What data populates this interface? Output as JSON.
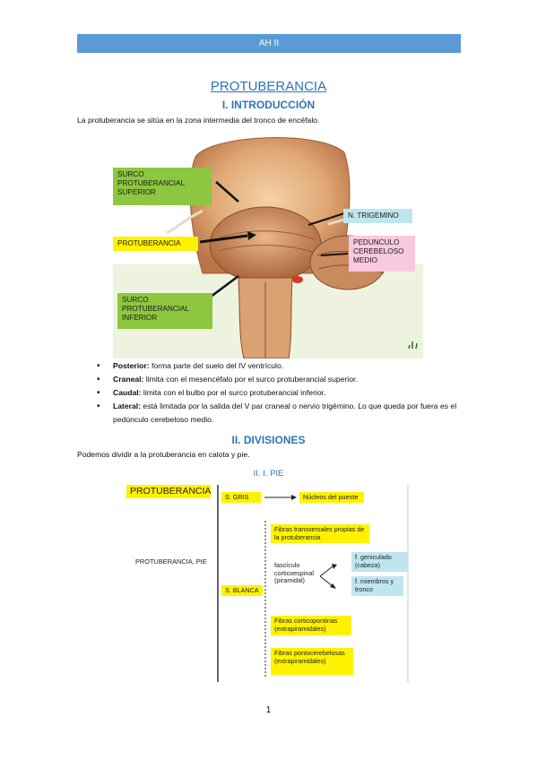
{
  "header": {
    "text": "AH II"
  },
  "title": "PROTUBERANCIA",
  "section1": {
    "heading": "I. INTRODUCCIÓN",
    "intro": "La protuberancia se sitúa en la zona intermedia del tronco de encéfalo."
  },
  "figure1": {
    "labels": {
      "surco_superior": "SURCO PROTUBERANCIAL SUPERIOR",
      "protuberancia": "PROTUBERANCIA",
      "surco_inferior": "SURCO PROTUBERANCIAL INFERIOR",
      "trigemino": "N. TRIGEMINO",
      "pedunculo": "PEDUNCULO CEREBELOSO MEDIO"
    },
    "colors": {
      "green": "#8dc63f",
      "yellow": "#fff200",
      "blue": "#bfe6ef",
      "pink": "#f9c9de"
    }
  },
  "bullets": [
    {
      "term": "Posterior:",
      "text": " forma parte del suelo del IV ventrículo."
    },
    {
      "term": "Craneal:",
      "text": " limita con el mesencéfalo por el surco protuberancial superior."
    },
    {
      "term": "Caudal:",
      "text": " limita con el bulbo por el surco protuberancial inferior."
    },
    {
      "term": "Lateral:",
      "text": " está limitada por la salida del V par craneal o nervio trigémino. Lo que queda por fuera es el pedúnculo cerebeloso medio."
    }
  ],
  "section2": {
    "heading": "II. DIVISIONES",
    "intro": "Podemos dividir a la protuberancia en calota y pie.",
    "subheading": "II. I. PIE"
  },
  "diagram": {
    "title": "PROTUBERANCIA",
    "pie_label": "PROTUBERANCIA, PIE",
    "s_gris": "S. GRIS",
    "nucleos": "Núcleos del puente",
    "s_blanca": "S. BLANCA",
    "fibras_transversales": "Fibras transversales propias de la protuberancia",
    "fasciculo": "fascículo corticoespinal (piramidal)",
    "geniculado": "f. geniculado (cabeza)",
    "miembros": "f. miembros y tronco",
    "corticopontinas": "Fibras corticopontinas (extrapiramidales)",
    "pontocerebelosas": "Fibras pontocerebelosas (extrapiramidales)"
  },
  "page_number": "1"
}
